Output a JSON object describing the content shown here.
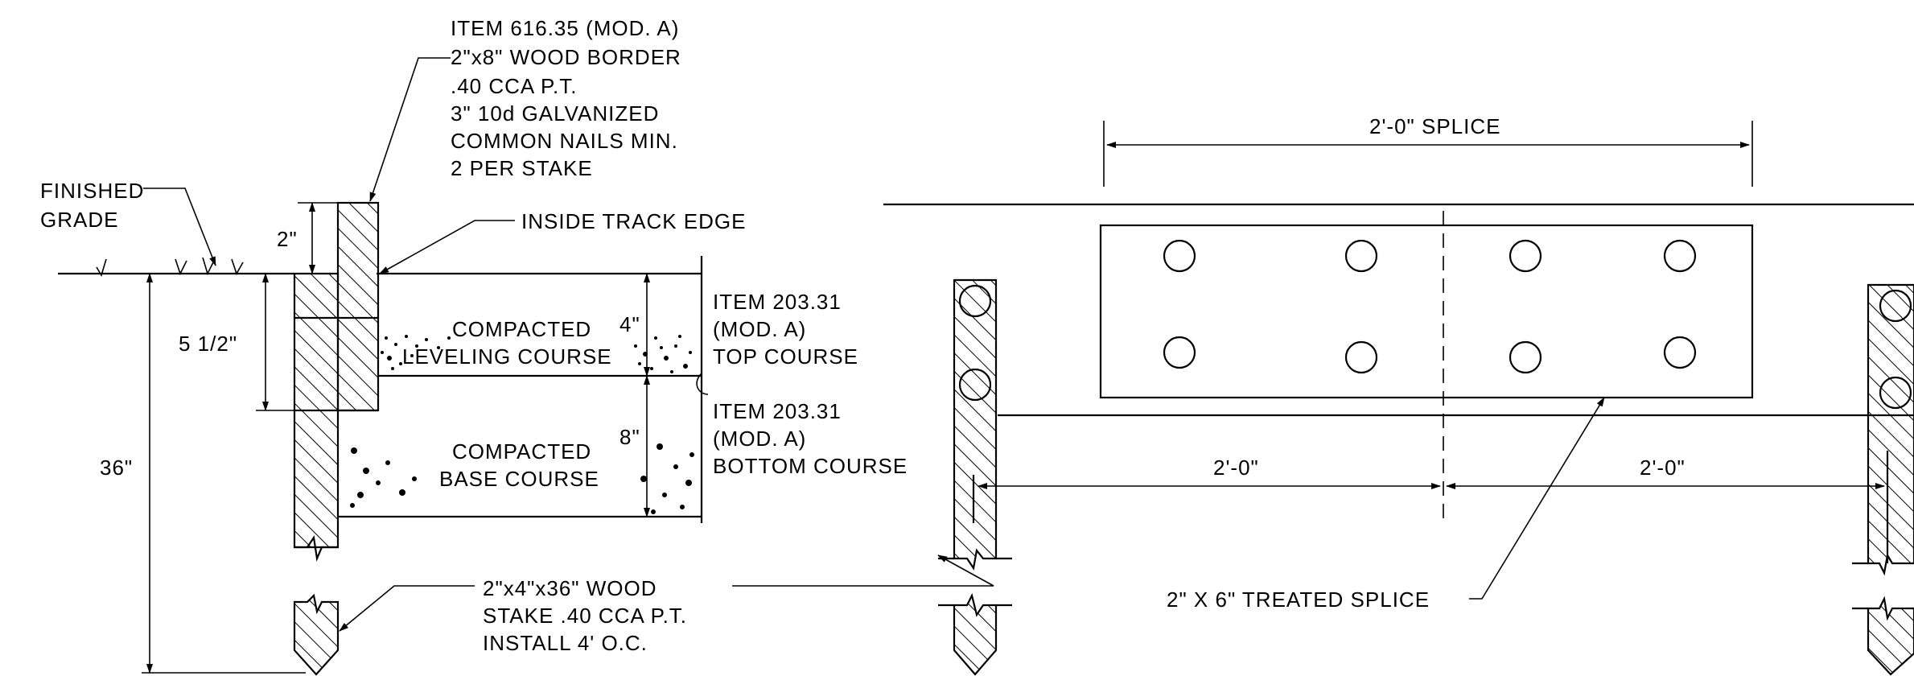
{
  "labels": {
    "item_616": "ITEM 616.35 (MOD. A)",
    "border_spec": "2\"x8\" WOOD BORDER",
    "cca": ".40 CCA P.T.",
    "nails": "3\" 10d GALVANIZED",
    "nails_common": "COMMON NAILS MIN.",
    "per_stake": "2 PER STAKE",
    "finished": "FINISHED",
    "grade": "GRADE",
    "dim_2in": "2\"",
    "inside_track": "INSIDE TRACK EDGE",
    "dim_5half": "5 1/2\"",
    "dim_36": "36\"",
    "compacted_1": "COMPACTED",
    "leveling": "LEVELING COURSE",
    "dim_4in": "4\"",
    "item_203_top": "ITEM 203.31",
    "mod_a_top": "(MOD. A)",
    "top_course": "TOP COURSE",
    "item_203_bot": "ITEM 203.31",
    "mod_a_bot": "(MOD. A)",
    "bottom_course": "BOTTOM COURSE",
    "dim_8in": "8\"",
    "compacted_2": "COMPACTED",
    "base_course": "BASE COURSE",
    "stake_1": "2\"x4\"x36\" WOOD",
    "stake_2": "STAKE .40 CCA P.T.",
    "stake_3": "INSTALL 4' O.C.",
    "splice_dim": "2'-0\" SPLICE",
    "dim_left": "2'-0\"",
    "dim_right": "2'-0\"",
    "treated_splice": "2\" X 6\" TREATED SPLICE"
  }
}
